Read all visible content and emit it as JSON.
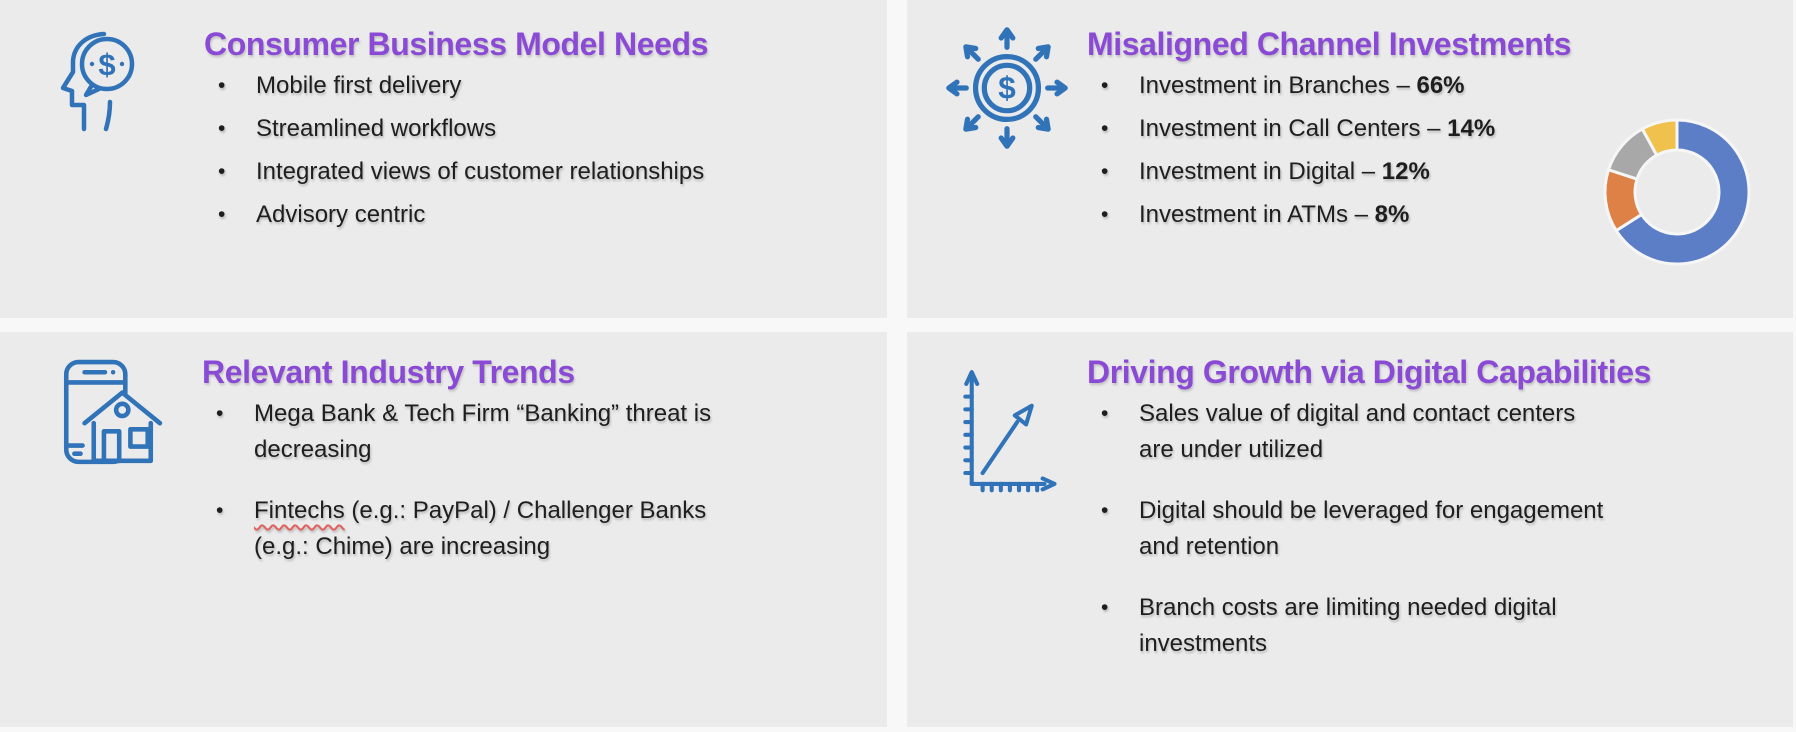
{
  "page": {
    "background": "#F8F8F8",
    "panel_color": "#EBEBEB",
    "accent_purple": "#8A4AD5",
    "icon_blue": "#3173B8",
    "text_color": "#1E1E1E"
  },
  "quadrants": [
    {
      "id": "consumer-business-model-needs",
      "icon": "head-dollar-icon",
      "title": "Consumer Business Model Needs",
      "bullets": [
        "Mobile first delivery",
        "Streamlined workflows",
        "Integrated views of customer relationships",
        "Advisory centric"
      ]
    },
    {
      "id": "misaligned-channel-investments",
      "icon": "dollar-spread-arrows-icon",
      "title": "Misaligned Channel Investments",
      "bullets": [
        {
          "label": "Investment in Branches – ",
          "value": "66%"
        },
        {
          "label": "Investment in Call Centers – ",
          "value": "14%"
        },
        {
          "label": "Investment in Digital – ",
          "value": "12%"
        },
        {
          "label": "Investment in ATMs – ",
          "value": "8%"
        }
      ]
    },
    {
      "id": "relevant-industry-trends",
      "icon": "phone-house-icon",
      "title": "Relevant Industry Trends",
      "bullets": [
        {
          "text": "Mega Bank & Tech Firm “Banking” threat is\ndecreasing"
        },
        {
          "flagged": "Fintechs",
          "text": " (e.g.: PayPal) / Challenger Banks\n(e.g.: Chime) are increasing"
        }
      ]
    },
    {
      "id": "driving-growth-via-digital-capabilities",
      "icon": "growth-chart-icon",
      "title": "Driving Growth via Digital Capabilities",
      "bullets": [
        "Sales value of digital and contact centers\nare under utilized",
        "Digital should be leveraged for engagement\nand retention",
        "Branch costs are limiting needed digital\ninvestments"
      ]
    }
  ],
  "chart_data": {
    "type": "pie",
    "donut": true,
    "labels": [
      "Branches",
      "Call Centers",
      "Digital",
      "ATMs"
    ],
    "values": [
      66,
      14,
      12,
      8
    ],
    "colors": [
      "#5B7EC7",
      "#DD8147",
      "#A8A8A8",
      "#F0C24D"
    ],
    "start_angle": "top",
    "direction": "clockwise",
    "legend_position": "none"
  }
}
